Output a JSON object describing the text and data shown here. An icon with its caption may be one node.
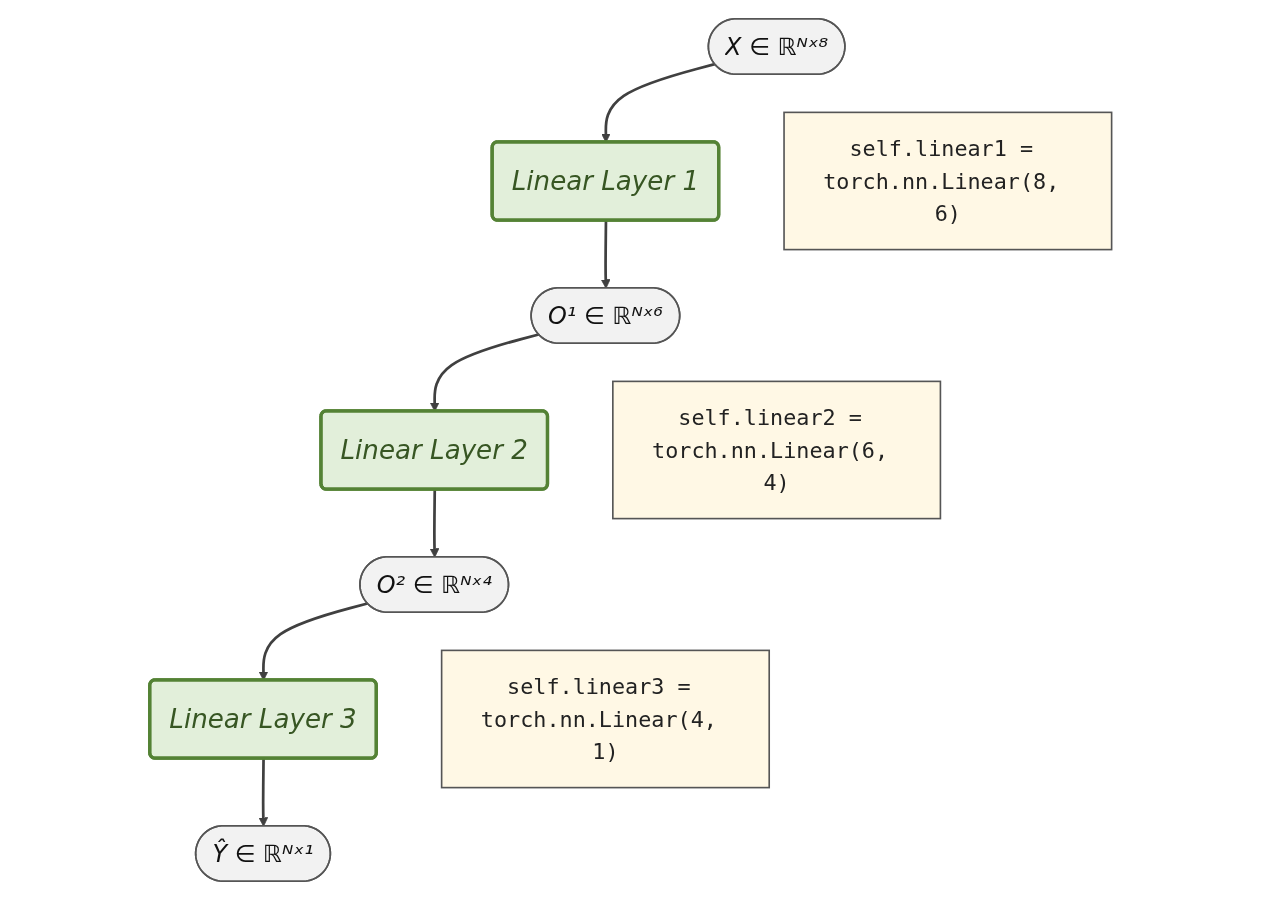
{
  "diagram": {
    "nodes": [
      {
        "text": [
          "X ∈ ℝᴺˣ⁸"
        ]
      },
      {
        "text": [
          "Linear Layer 1"
        ]
      },
      {
        "text": [
          "self.linear1 = torch.nn.Linear(8, 6)"
        ]
      },
      {
        "text": [
          "O¹ ∈ ℝᴺˣ⁶"
        ]
      },
      {
        "text": [
          "Linear Layer 2"
        ]
      },
      {
        "text": [
          "self.linear2 = torch.nn.Linear(6, 4)"
        ]
      },
      {
        "text": [
          "O² ∈ ℝᴺˣ⁴"
        ]
      },
      {
        "text": [
          "Linear Layer 3"
        ]
      },
      {
        "text": [
          "self.linear3 = torch.nn.Linear(4, 1)"
        ]
      },
      {
        "text": [
          "Ŷ ∈ ℝᴺˣ¹"
        ]
      }
    ],
    "edges": [
      {
        "from": 0,
        "to": 1,
        "arrow": "to"
      },
      {
        "from": 1,
        "to": 3,
        "arrow": "to"
      },
      {
        "from": 3,
        "to": 4,
        "arrow": "to"
      },
      {
        "from": 4,
        "to": 6,
        "arrow": "to"
      },
      {
        "from": 6,
        "to": 7,
        "arrow": "to"
      },
      {
        "from": 7,
        "to": 9,
        "arrow": "to"
      }
    ]
  }
}
